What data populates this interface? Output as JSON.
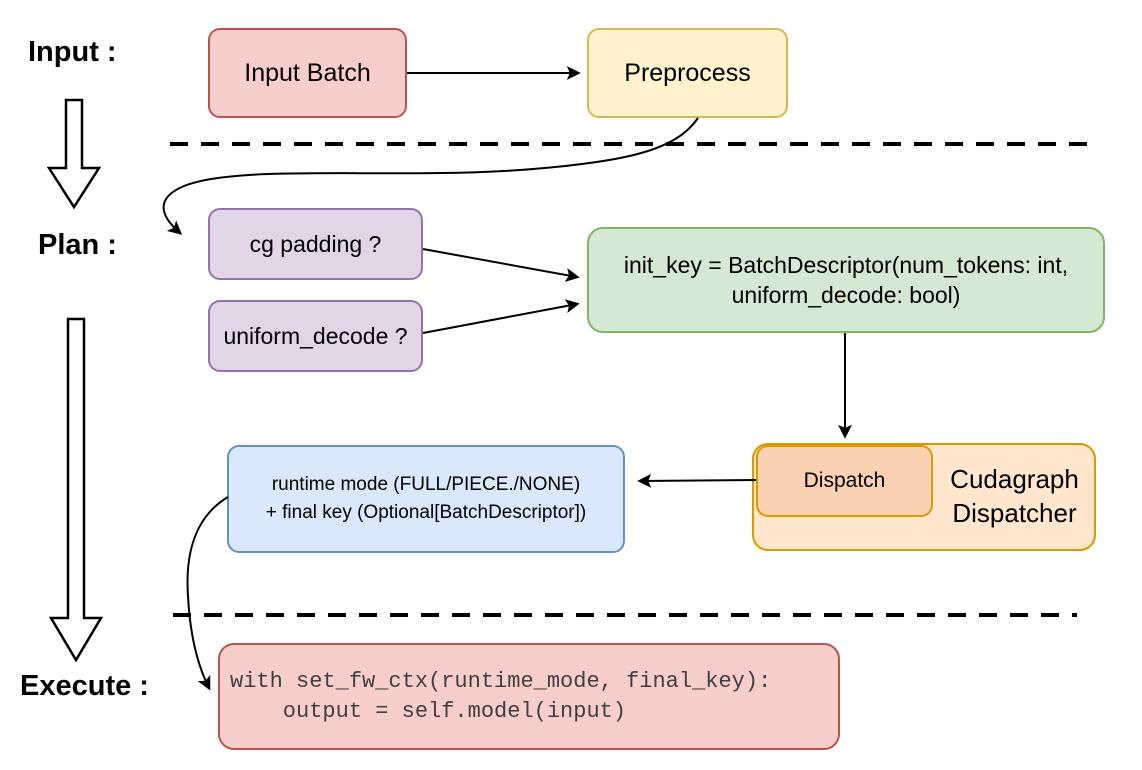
{
  "sections": {
    "input_label": "Input :",
    "plan_label": "Plan :",
    "execute_label": "Execute :"
  },
  "nodes": {
    "input_batch": {
      "label": "Input Batch",
      "fill": "#F8CECC",
      "stroke": "#B85450"
    },
    "preprocess": {
      "label": "Preprocess",
      "fill": "#FFF2CC",
      "stroke": "#D6B656"
    },
    "cg_padding": {
      "label": "cg padding ?",
      "fill": "#E1D5E7",
      "stroke": "#9673A6"
    },
    "uniform_decode": {
      "label": "uniform_decode ?",
      "fill": "#E1D5E7",
      "stroke": "#9673A6"
    },
    "init_key": {
      "line1": "init_key = BatchDescriptor(num_tokens: int,",
      "line2": "uniform_decode: bool)",
      "fill": "#D5E8D4",
      "stroke": "#82B366"
    },
    "cudagraph_dispatcher": {
      "line1": "Cudagraph",
      "line2": "Dispatcher",
      "fill": "#FFE6CC",
      "stroke": "#D79B00"
    },
    "dispatch": {
      "label": "Dispatch",
      "fill": "#FAD2B3",
      "stroke": "#D79B00"
    },
    "runtime_mode": {
      "line1": "runtime mode (FULL/PIECE./NONE)",
      "line2": "+ final key (Optional[BatchDescriptor])",
      "fill": "#DAE8FC",
      "stroke": "#6C8EBF"
    },
    "execute_code": {
      "line1": "with set_fw_ctx(runtime_mode, final_key):",
      "line2": "    output = self.model(input)",
      "fill": "#F8CECC",
      "stroke": "#B85450",
      "text_color": "#404040"
    }
  },
  "connectors": {
    "color": "#000000"
  }
}
